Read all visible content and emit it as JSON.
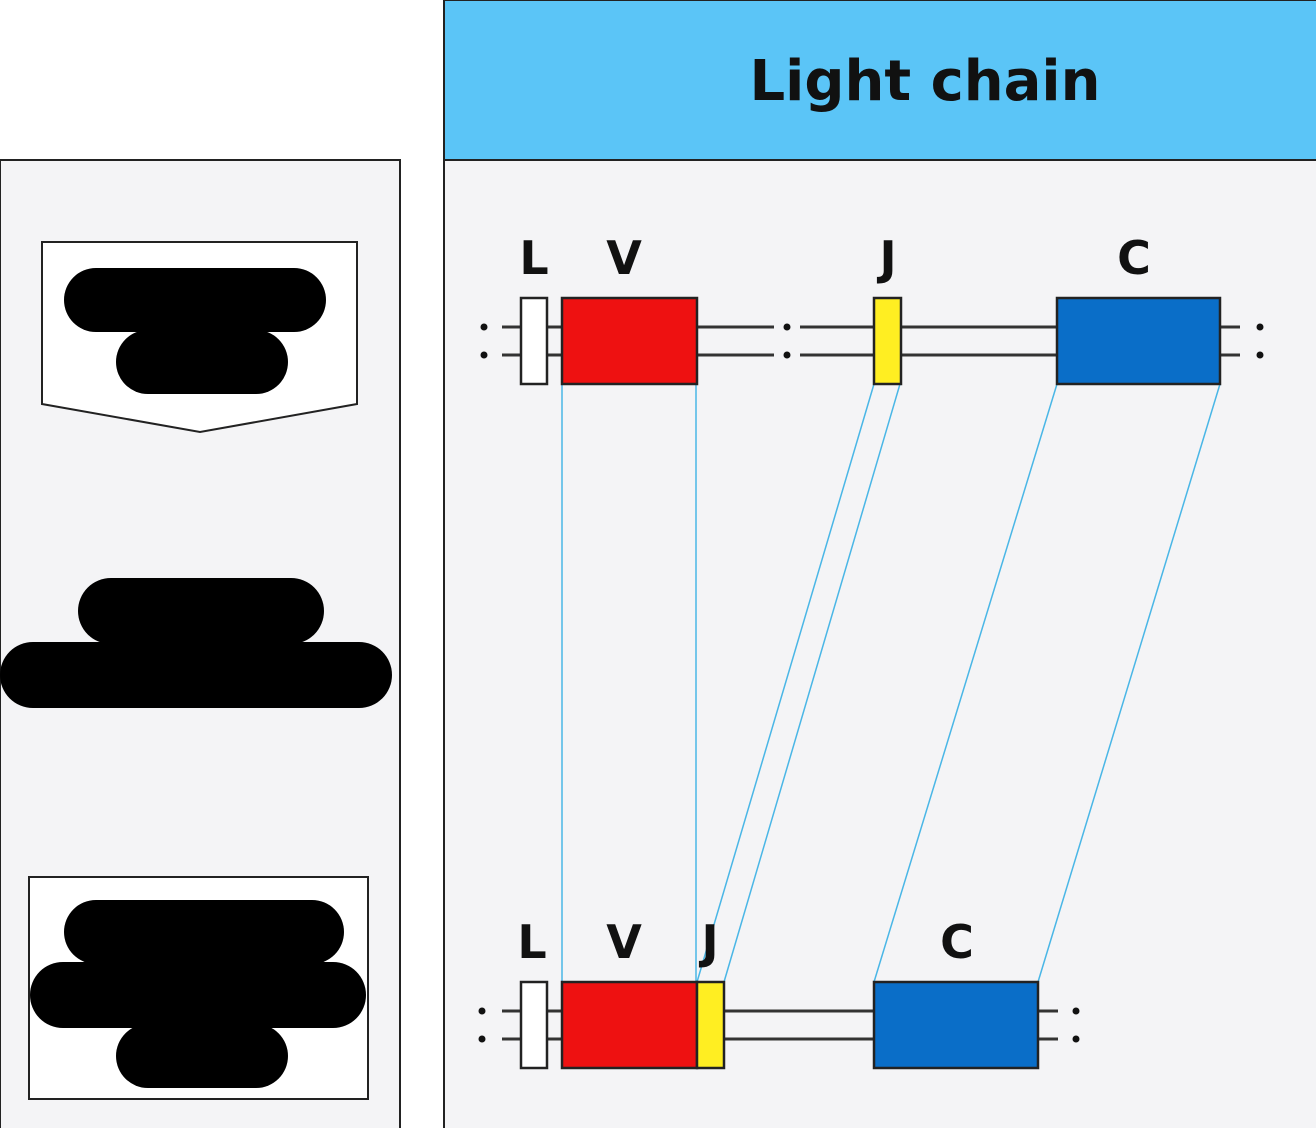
{
  "panel": {
    "title": "Light chain"
  },
  "colors": {
    "title_bar": "#5bc5f7",
    "panel_bg": "#f4f4f6",
    "segment_L": "#ffffff",
    "segment_V": "#ee1111",
    "segment_J": "#ffee22",
    "segment_C": "#0a6ec8",
    "mapping_line": "#49b6e6",
    "redaction": "#000000"
  },
  "germline": {
    "segments": [
      {
        "id": "L",
        "label": "L"
      },
      {
        "id": "V",
        "label": "V"
      },
      {
        "id": "J",
        "label": "J"
      },
      {
        "id": "C",
        "label": "C"
      }
    ]
  },
  "rearranged": {
    "segments": [
      {
        "id": "L",
        "label": "L"
      },
      {
        "id": "V",
        "label": "V"
      },
      {
        "id": "J",
        "label": "J"
      },
      {
        "id": "C",
        "label": "C"
      }
    ]
  }
}
